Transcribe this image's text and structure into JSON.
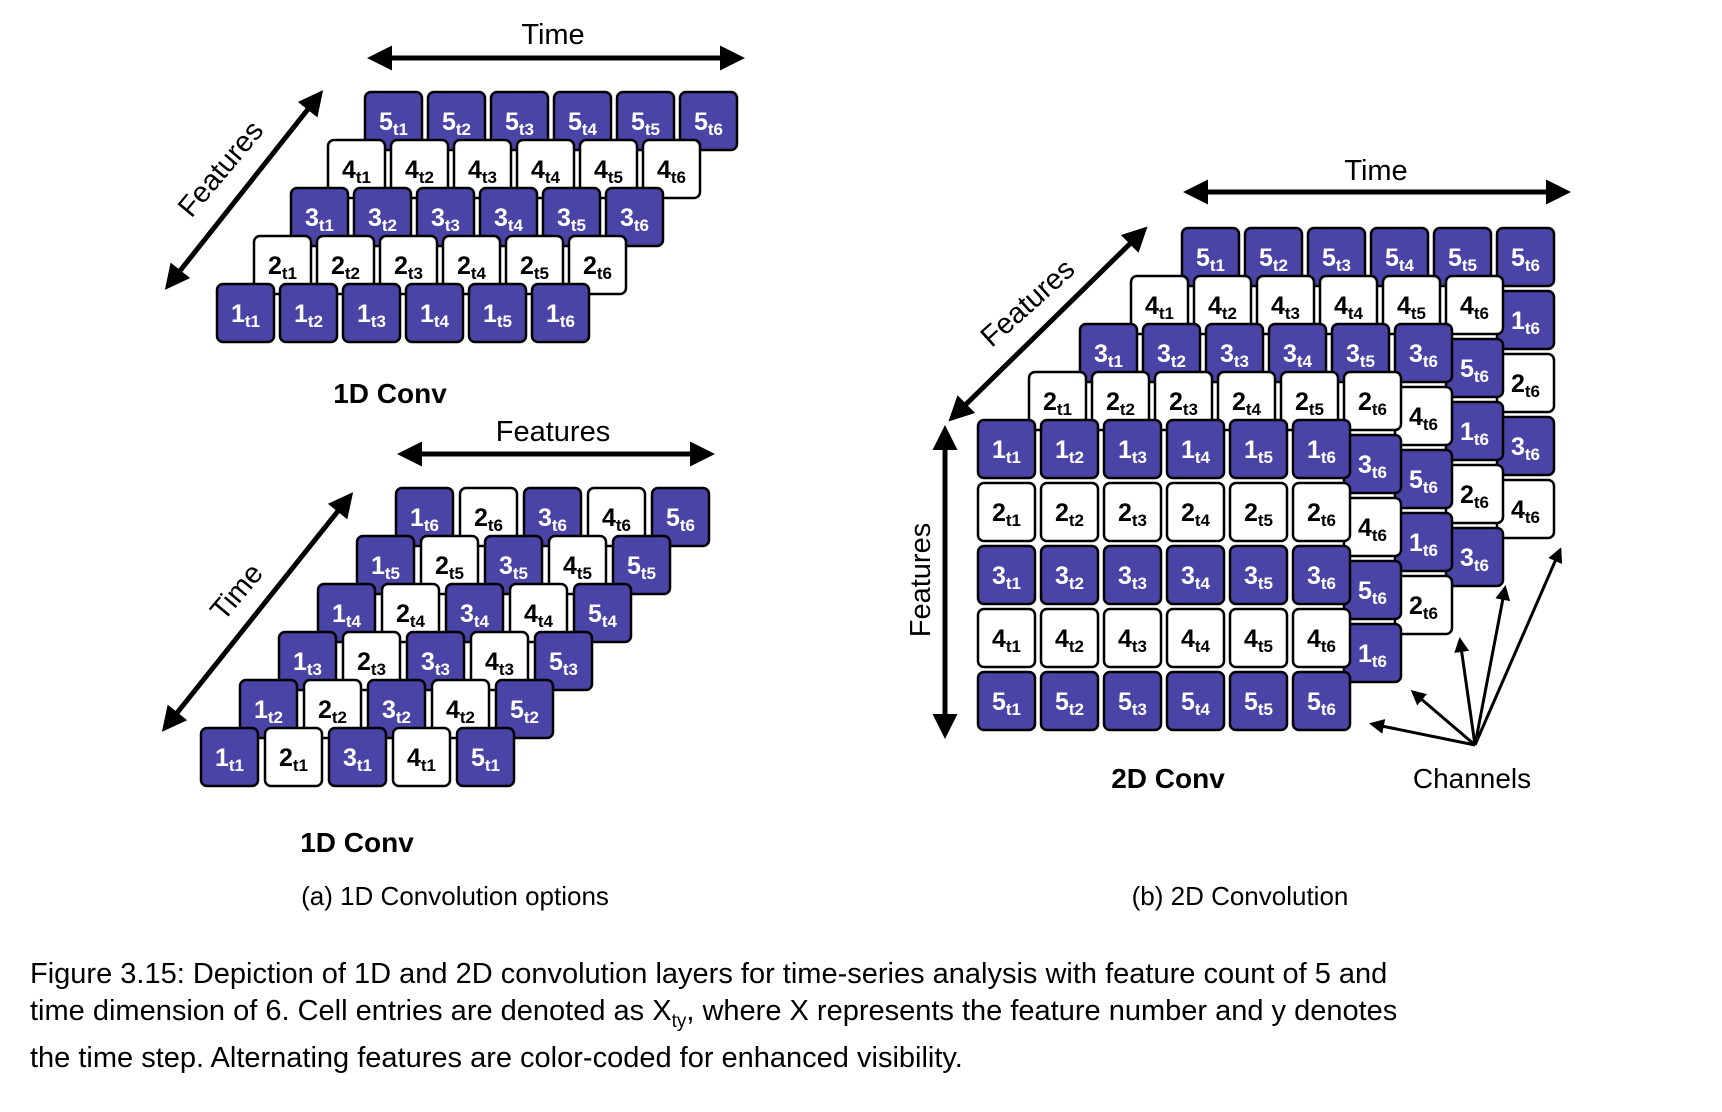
{
  "colors": {
    "blue": "#4a44a6",
    "white": "#ffffff",
    "border": "#000000"
  },
  "panel_a": {
    "top": {
      "title": "1D Conv",
      "axis_horizontal": "Time",
      "axis_diagonal": "Features",
      "rows": [
        [
          "5",
          "5",
          "5",
          "5",
          "5",
          "5"
        ],
        [
          "4",
          "4",
          "4",
          "4",
          "4",
          "4"
        ],
        [
          "3",
          "3",
          "3",
          "3",
          "3",
          "3"
        ],
        [
          "2",
          "2",
          "2",
          "2",
          "2",
          "2"
        ],
        [
          "1",
          "1",
          "1",
          "1",
          "1",
          "1"
        ]
      ],
      "subs": [
        [
          "t1",
          "t2",
          "t3",
          "t4",
          "t5",
          "t6"
        ],
        [
          "t1",
          "t2",
          "t3",
          "t4",
          "t5",
          "t6"
        ],
        [
          "t1",
          "t2",
          "t3",
          "t4",
          "t5",
          "t6"
        ],
        [
          "t1",
          "t2",
          "t3",
          "t4",
          "t5",
          "t6"
        ],
        [
          "t1",
          "t2",
          "t3",
          "t4",
          "t5",
          "t6"
        ]
      ]
    },
    "bottom": {
      "title": "1D Conv",
      "axis_horizontal": "Features",
      "axis_diagonal": "Time",
      "rows": [
        [
          "1",
          "2",
          "3",
          "4",
          "5"
        ],
        [
          "1",
          "2",
          "3",
          "4",
          "5"
        ],
        [
          "1",
          "2",
          "3",
          "4",
          "5"
        ],
        [
          "1",
          "2",
          "3",
          "4",
          "5"
        ],
        [
          "1",
          "2",
          "3",
          "4",
          "5"
        ],
        [
          "1",
          "2",
          "3",
          "4",
          "5"
        ]
      ],
      "subs": [
        [
          "t6",
          "t6",
          "t6",
          "t6",
          "t6"
        ],
        [
          "t5",
          "t5",
          "t5",
          "t5",
          "t5"
        ],
        [
          "t4",
          "t4",
          "t4",
          "t4",
          "t4"
        ],
        [
          "t3",
          "t3",
          "t3",
          "t3",
          "t3"
        ],
        [
          "t2",
          "t2",
          "t2",
          "t2",
          "t2"
        ],
        [
          "t1",
          "t1",
          "t1",
          "t1",
          "t1"
        ]
      ]
    },
    "caption": "(a)  1D Convolution options"
  },
  "panel_b": {
    "title": "2D Conv",
    "axis_time": "Time",
    "axis_features_diag": "Features",
    "axis_features_vert": "Features",
    "channels_label": "Channels",
    "front": {
      "rows": [
        [
          "1",
          "1",
          "1",
          "1",
          "1",
          "1"
        ],
        [
          "2",
          "2",
          "2",
          "2",
          "2",
          "2"
        ],
        [
          "3",
          "3",
          "3",
          "3",
          "3",
          "3"
        ],
        [
          "4",
          "4",
          "4",
          "4",
          "4",
          "4"
        ],
        [
          "5",
          "5",
          "5",
          "5",
          "5",
          "5"
        ]
      ],
      "subs": [
        [
          "t1",
          "t2",
          "t3",
          "t4",
          "t5",
          "t6"
        ],
        [
          "t1",
          "t2",
          "t3",
          "t4",
          "t5",
          "t6"
        ],
        [
          "t1",
          "t2",
          "t3",
          "t4",
          "t5",
          "t6"
        ],
        [
          "t1",
          "t2",
          "t3",
          "t4",
          "t5",
          "t6"
        ],
        [
          "t1",
          "t2",
          "t3",
          "t4",
          "t5",
          "t6"
        ]
      ]
    },
    "channel_layers": [
      {
        "tops": [
          "2",
          "t1",
          "2",
          "t2",
          "2",
          "t3",
          "2",
          "t4",
          "2",
          "t5",
          "2",
          "t6"
        ],
        "side": [
          "3",
          "4",
          "5",
          "1"
        ],
        "side_sub": [
          "t6",
          "t6",
          "t6",
          "t6"
        ]
      },
      {
        "tops": [
          "3",
          "t1",
          "3",
          "t2",
          "3",
          "t3",
          "3",
          "t4",
          "3",
          "t5",
          "3",
          "t6"
        ],
        "side": [
          "4",
          "5",
          "1",
          "2"
        ],
        "side_sub": [
          "t6",
          "t6",
          "t6",
          "t6"
        ]
      },
      {
        "tops": [
          "4",
          "t1",
          "4",
          "t2",
          "4",
          "t3",
          "4",
          "t4",
          "4",
          "t5",
          "4",
          "t6"
        ],
        "side": [
          "5",
          "1",
          "2",
          "3"
        ],
        "side_sub": [
          "t6",
          "t6",
          "t6",
          "t6"
        ]
      },
      {
        "tops": [
          "5",
          "t1",
          "5",
          "t2",
          "5",
          "t3",
          "5",
          "t4",
          "5",
          "t5",
          "5",
          "t6"
        ],
        "side": [
          "1",
          "2",
          "3",
          "4"
        ],
        "side_sub": [
          "t6",
          "t6",
          "t6",
          "t6"
        ]
      }
    ],
    "caption": "(b)  2D Convolution"
  },
  "figure_caption": {
    "line1": "Figure 3.15: Depiction of 1D and 2D convolution layers for time-series analysis with feature count of 5 and",
    "line2_pre": "time dimension of 6. Cell entries are denoted as X",
    "line2_sub": "ty",
    "line2_post": ", where X represents the feature number and y denotes",
    "line3": "the time step. Alternating features are color-coded for enhanced visibility."
  }
}
